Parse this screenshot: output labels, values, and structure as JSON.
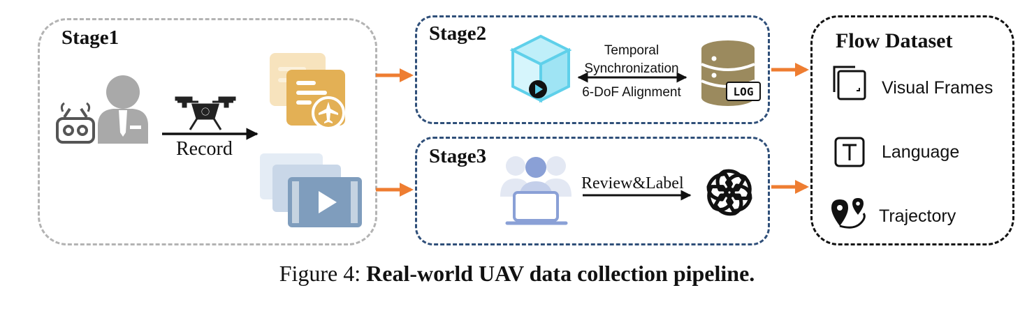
{
  "stage1": {
    "title": "Stage1",
    "record_label": "Record"
  },
  "stage2": {
    "title": "Stage2",
    "sync_line1": "Temporal",
    "sync_line2": "Synchronization",
    "sync_line3": "6-DoF Alignment",
    "log_label": "LOG"
  },
  "stage3": {
    "title": "Stage3",
    "review_label": "Review&Label"
  },
  "flow_dataset": {
    "title": "Flow Dataset",
    "items": [
      {
        "label": "Visual Frames",
        "icon": "visual-frames-icon"
      },
      {
        "label": "Language",
        "icon": "language-icon"
      },
      {
        "label": "Trajectory",
        "icon": "trajectory-icon"
      }
    ]
  },
  "caption": {
    "prefix": "Figure 4: ",
    "bold": "Real-world UAV data collection pipeline."
  },
  "colors": {
    "stage1_border": "#b3b3b3",
    "stage_border": "#2f4f79",
    "arrow": "#ee7d31",
    "document_icon": "#e3b055",
    "video_icon": "#7f9dbd",
    "database": "#9b8a5e",
    "cube": "#5fd0ea",
    "person": "#a9a9a9",
    "reviewer": "#8aa0d6"
  }
}
